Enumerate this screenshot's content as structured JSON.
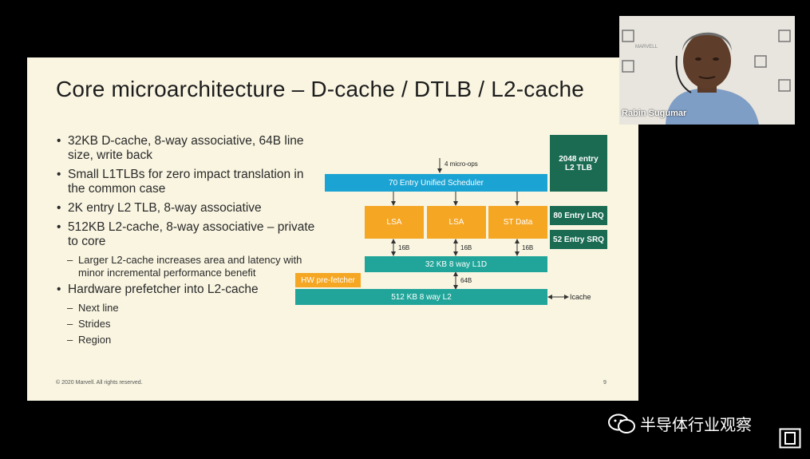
{
  "slide": {
    "title": "Core microarchitecture – D-cache / DTLB / L2-cache",
    "bullets": [
      "32KB D-cache, 8-way associative, 64B line size, write back",
      "Small L1TLBs for zero impact translation in the common case",
      "2K entry L2 TLB, 8-way associative",
      "512KB L2-cache, 8-way associative – private to core"
    ],
    "l2_sub_bullets": [
      "Larger L2-cache increases area and latency with minor incremental performance benefit"
    ],
    "prefetch_bullet": "Hardware prefetcher into L2-cache",
    "prefetch_sub_bullets": [
      "Next line",
      "Strides",
      "Region"
    ],
    "footer": "© 2020 Marvell. All rights reserved.",
    "page_number": "9"
  },
  "diagram": {
    "micro_ops_label": "4 micro-ops",
    "scheduler": "70 Entry Unified Scheduler",
    "l2_tlb": "2048 entry L2 TLB",
    "lsa_1": "LSA",
    "lsa_2": "LSA",
    "st_data": "ST Data",
    "lrq": "80 Entry LRQ",
    "srq": "52 Entry SRQ",
    "bw_1": "16B",
    "bw_2": "16B",
    "bw_3": "16B",
    "l1d": "32 KB 8 way L1D",
    "prefetcher": "HW pre-fetcher",
    "bw_l2": "64B",
    "l2": "512 KB 8 way L2",
    "icache_label": "Icache",
    "colors": {
      "scheduler": "#1ba3d3",
      "units": "#f5a623",
      "cache": "#21a59a",
      "queues": "#1a6b52"
    }
  },
  "video": {
    "speaker_name": "Rabin Sugumar",
    "backdrop_text": "MARVELL"
  },
  "watermark": {
    "text": "半导体行业观察"
  }
}
